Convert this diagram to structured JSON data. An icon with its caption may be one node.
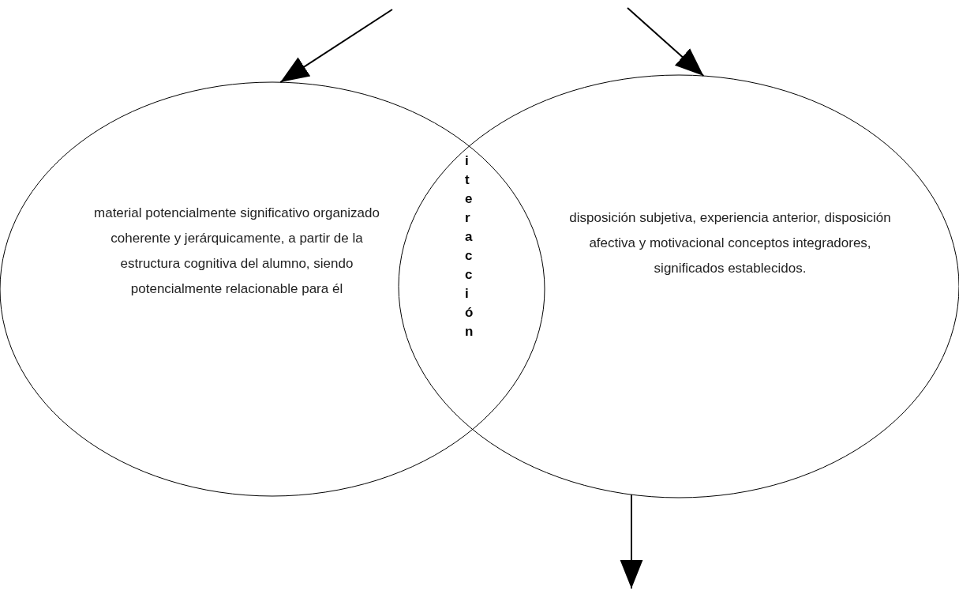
{
  "diagram": {
    "nodes": [
      {
        "text": [
          "material potencialmente significativo organizado coherente y jerárquicamente, a partir de la estructura cognitiva del alumno, siendo potencialmente relacionable para él"
        ]
      },
      {
        "text": [
          "disposición subjetiva, experiencia anterior, disposición afectiva y motivacional conceptos integradores, significados establecidos."
        ]
      }
    ],
    "edges": [
      {
        "from": null,
        "to": 0,
        "arrow": "to"
      },
      {
        "from": null,
        "to": 1,
        "arrow": "to"
      },
      {
        "from": 1,
        "to": null,
        "arrow": "to"
      }
    ],
    "labels": [
      "iteracción"
    ]
  }
}
